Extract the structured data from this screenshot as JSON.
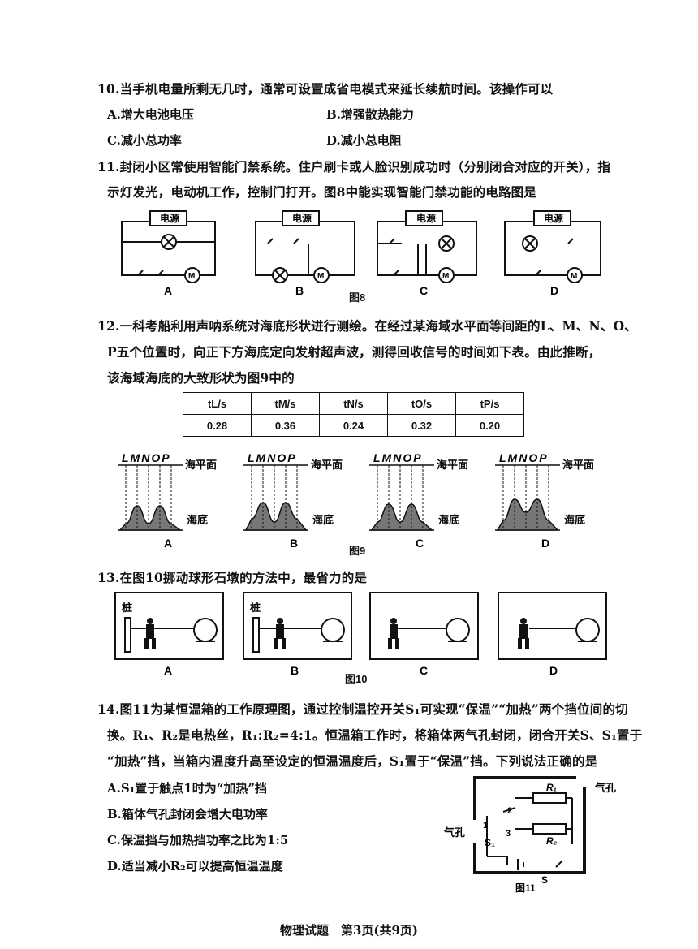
{
  "q10": {
    "stem": "10.当手机电量所剩无几时，通常可设置成省电模式来延长续航时间。该操作可以",
    "options": [
      "A.增大电池电压",
      "B.增强散热能力",
      "C.减小总功率",
      "D.减小总电阻"
    ]
  },
  "q11": {
    "stem1": "11.封闭小区常使用智能门禁系统。住户刷卡或人脸识别成功时（分别闭合对应的开关），指",
    "stem2": "示灯发光，电动机工作，控制门打开。图8中能实现智能门禁功能的电路图是",
    "power_label": "电源",
    "motor_label": "M",
    "option_labels": [
      "A",
      "B",
      "C",
      "D"
    ],
    "figure_caption": "图8"
  },
  "q12": {
    "stem1": "12.一科考船利用声呐系统对海底形状进行测绘。在经过某海域水平面等间距的L、M、N、O、",
    "stem2": "P五个位置时，向正下方海底定向发射超声波，测得回收信号的时间如下表。由此推断，",
    "stem3": "该海域海底的大致形状为图9中的",
    "table_headers": [
      "tL/s",
      "tM/s",
      "tN/s",
      "tO/s",
      "tP/s"
    ],
    "table_values": [
      "0.28",
      "0.36",
      "0.24",
      "0.32",
      "0.20"
    ],
    "positions_label": "LMNOP",
    "sea_surface_label": "海平面",
    "seabed_label": "海底",
    "option_labels": [
      "A",
      "B",
      "C",
      "D"
    ],
    "figure_caption": "图9",
    "seabed_depth_fractions": {
      "A": [
        0.2,
        0.75,
        0.2,
        0.75,
        0.2
      ],
      "B": [
        0.35,
        0.85,
        0.25,
        0.85,
        0.35
      ],
      "C": [
        0.25,
        0.8,
        0.25,
        0.8,
        0.25
      ],
      "D": [
        0.3,
        0.95,
        0.55,
        0.95,
        0.3
      ]
    }
  },
  "q13": {
    "stem": "13.在图10挪动球形石墩的方法中，最省力的是",
    "post_label": "桩",
    "option_labels": [
      "A",
      "B",
      "C",
      "D"
    ],
    "figure_caption": "图10"
  },
  "q14": {
    "stem1": "14.图11为某恒温箱的工作原理图，通过控制温控开关S₁可实现“保温”“加热”两个挡位间的切",
    "stem2": "换。R₁、R₂是电热丝，R₁:R₂=4:1。恒温箱工作时，将箱体两气孔封闭，闭合开关S、S₁置于",
    "stem3": "“加热”挡，当箱内温度升高至设定的恒温温度后，S₁置于“保温”挡。下列说法正确的是",
    "options": [
      "A.S₁置于触点1时为“加热”挡",
      "B.箱体气孔封闭会增大电功率",
      "C.保温挡与加热挡功率之比为1:5",
      "D.适当减小R₂可以提高恒温温度"
    ],
    "vent_label_right": "气孔",
    "vent_label_left": "气孔",
    "r1_label": "R₁",
    "r2_label": "R₂",
    "s1_label": "S₁",
    "s_label": "S",
    "contact_labels": [
      "1",
      "2",
      "3"
    ],
    "figure_caption": "图11"
  },
  "footer": "物理试题　第3页(共9页)"
}
